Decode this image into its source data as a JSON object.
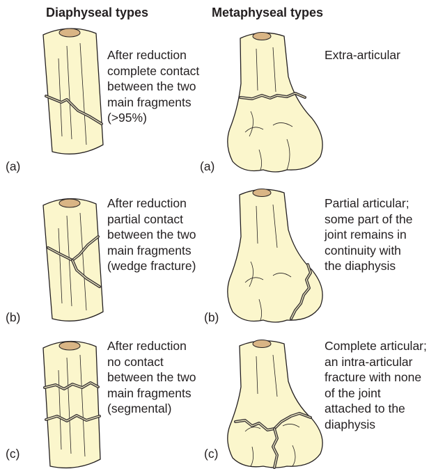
{
  "headers": {
    "diaphyseal": "Diaphyseal types",
    "metaphyseal": "Metaphyseal types"
  },
  "colors": {
    "bone": "#fbf6cc",
    "outline": "#231f20",
    "marrow": "#d9b585",
    "crack": "#3a3536"
  },
  "diaphyseal": [
    {
      "label": "(a)",
      "text": [
        "After reduction",
        "complete contact",
        "between the two",
        "main fragments",
        "(>95%)"
      ],
      "icon": "long-bone-simple-fracture"
    },
    {
      "label": "(b)",
      "text": [
        "After reduction",
        "partial contact",
        "between the two",
        "main fragments",
        "(wedge fracture)"
      ],
      "icon": "long-bone-wedge-fracture"
    },
    {
      "label": "(c)",
      "text": [
        "After reduction",
        "no contact",
        "between the two",
        "main fragments",
        "(segmental)"
      ],
      "icon": "long-bone-segmental-fracture"
    }
  ],
  "metaphyseal": [
    {
      "label": "(a)",
      "text": [
        "Extra-articular"
      ],
      "icon": "distal-femur-extra-articular"
    },
    {
      "label": "(b)",
      "text": [
        "Partial articular;",
        "some part of the",
        "joint remains in",
        "continuity with",
        "the diaphysis"
      ],
      "icon": "distal-femur-partial-articular"
    },
    {
      "label": "(c)",
      "text": [
        "Complete articular;",
        "an intra-articular",
        "fracture with none",
        "of the joint",
        "attached to the",
        "diaphysis"
      ],
      "icon": "distal-femur-complete-articular"
    }
  ]
}
